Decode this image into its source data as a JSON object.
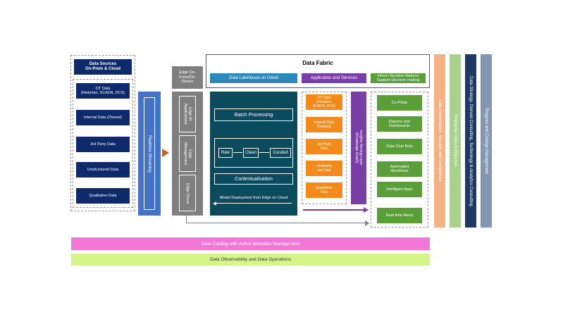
{
  "sources": {
    "header": "Data Sources\nOn-Prem & Cloud",
    "items": [
      "OT Data\n(Historian, SCADA, DCS)",
      "Internal Data (Owned)",
      "3rd Party Data",
      "Unstructured Data",
      "Qualitative Data"
    ]
  },
  "streaming": "Realtime Streaming",
  "edge": {
    "header": "Edge On-\nPrem/On-\nDevice",
    "items": [
      "Edge AI\nApplications",
      "Edge\nManagement",
      "Edge Cloud"
    ]
  },
  "fabric": {
    "title": "Data Fabric",
    "pills": [
      "Data Lakehouse on Cloud",
      "Application and Services",
      "Inform Decision Makers/\nSupport Decision making"
    ]
  },
  "lakehouse": {
    "batch": "Batch Processing",
    "raw": "Raw",
    "clean": "Clean",
    "curated": "Curated",
    "context": "Contextualisation",
    "deploy": "Model Deployment from Edge on Cloud"
  },
  "orange_items": [
    "OT Data\n(Historian,\nSCADA, DCS)",
    "Internal Data\n(Owned)",
    "3rd Party\nData",
    "Unstructu\nred Data",
    "Qualitative\nData"
  ],
  "insights": "Insights Serving Layer\n(Knowledge Graph)",
  "green_items": [
    "Co-Pilots",
    "Reports and\nDashboards",
    "Data Chat Bots",
    "Automated\nWorkflows",
    "Intelligent Apps",
    "Real time Alerts"
  ],
  "columns": [
    "Data Governance, Security and Compliance",
    "Enterprise Data Architecture",
    "Data Strategy, Domain Consulting, Technology & Analytics Consulting",
    "Program and Change Management"
  ],
  "bars": {
    "catalog": "Data Catalog with Active Metadata Management",
    "observability": "Data Observability and Data Operations"
  },
  "colors": {
    "navy": "#0e2a6b",
    "blue": "#4472c4",
    "gray": "#7f7f7f",
    "teal": "#0c4a5e",
    "cyan_pill": "#2b8ab8",
    "purple": "#7a3fa6",
    "green": "#5a9e3a",
    "orange": "#f28b1c",
    "col_orange": "#f4b183",
    "col_green": "#a9d18e",
    "col_navy": "#1f3864",
    "col_slate": "#8497b0",
    "pink": "#f178d6",
    "lime": "#d4f58a"
  }
}
